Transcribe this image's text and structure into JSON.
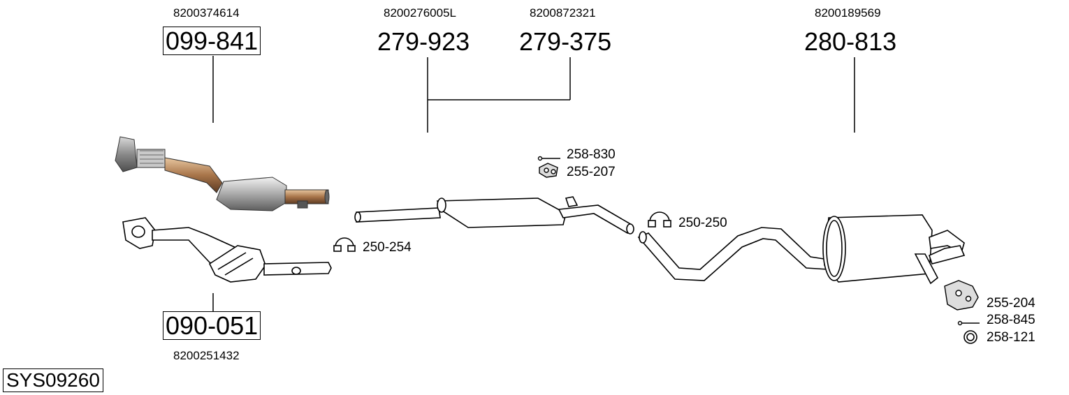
{
  "system_code": "SYS09260",
  "parts": [
    {
      "id": "front_cat",
      "number": "099-841",
      "oem": "8200374614",
      "boxed": true
    },
    {
      "id": "cat_lower",
      "number": "090-051",
      "oem": "8200251432",
      "boxed": true
    },
    {
      "id": "center_a",
      "number": "279-923",
      "oem": "8200276005L",
      "boxed": false
    },
    {
      "id": "center_b",
      "number": "279-375",
      "oem": "8200872321",
      "boxed": false
    },
    {
      "id": "rear",
      "number": "280-813",
      "oem": "8200189569",
      "boxed": false
    }
  ],
  "accessories": {
    "bolt_258_830": "258-830",
    "mount_255_207": "255-207",
    "clamp_250_254": "250-254",
    "clamp_250_250": "250-250",
    "mount_255_204": "255-204",
    "bolt_258_845": "258-845",
    "ring_258_121": "258-121"
  },
  "colors": {
    "line": "#000000",
    "metal_light": "#e6e6e6",
    "metal_mid": "#b8b8b8",
    "metal_dark": "#7a7a7a"
  }
}
